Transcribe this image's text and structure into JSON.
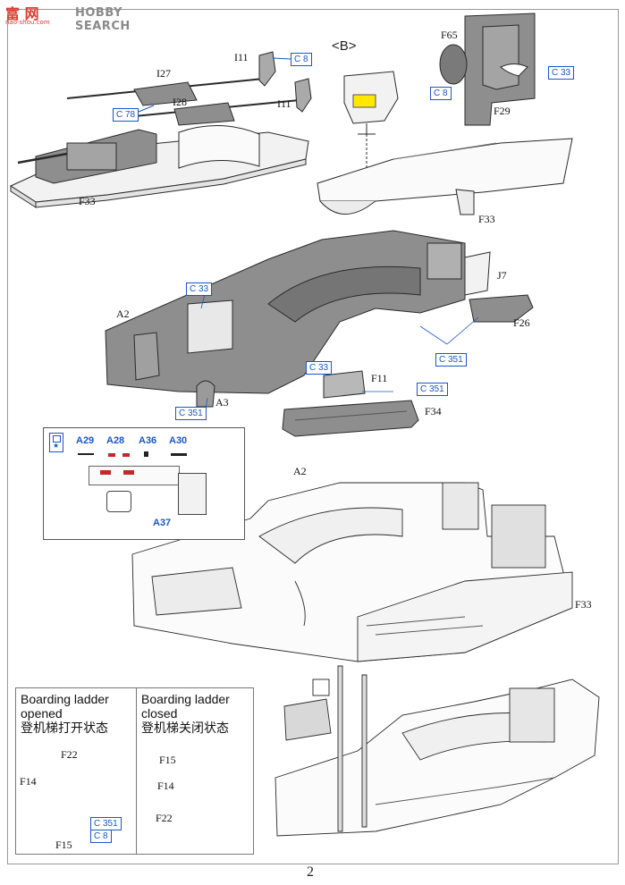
{
  "watermark": {
    "chinese": "富 网",
    "english": "HOBBY SEARCH",
    "url": "nao-shou.com"
  },
  "colors": {
    "part_fill": "#8e8e8e",
    "part_stroke": "#2a2a2a",
    "callout_blue": "#1a56c8",
    "paint_red": "#c62828"
  },
  "step1": {
    "parts": [
      "I11",
      "I27",
      "I28",
      "I11",
      "F33"
    ],
    "paints": [
      "C 8",
      "C 78"
    ]
  },
  "step_b": {
    "view_label": "<B>",
    "parts": [
      "F65",
      "F29",
      "F33"
    ],
    "paints": [
      "C 33",
      "C 8"
    ]
  },
  "step2": {
    "parts": [
      "A2",
      "J7",
      "F26",
      "F11",
      "A3",
      "F34"
    ],
    "paints": [
      "C 33",
      "C 351",
      "C 33",
      "C 351",
      "C 351"
    ]
  },
  "detail_inset": {
    "icon": "decal-icon",
    "parts": [
      "A29",
      "A28",
      "A36",
      "A30",
      "A37"
    ]
  },
  "step3": {
    "parts": [
      "A2",
      "F33"
    ]
  },
  "ladder_opened": {
    "title_en_1": "Boarding ladder",
    "title_en_2": "opened",
    "title_cn": "登机梯打开状态",
    "parts": [
      "F22",
      "F14",
      "F15"
    ],
    "paints": [
      "C 351",
      "C 8"
    ]
  },
  "ladder_closed": {
    "title_en_1": "Boarding ladder",
    "title_en_2": "closed",
    "title_cn": "登机梯关闭状态",
    "parts": [
      "F15",
      "F14",
      "F22"
    ]
  },
  "page_number": "2"
}
